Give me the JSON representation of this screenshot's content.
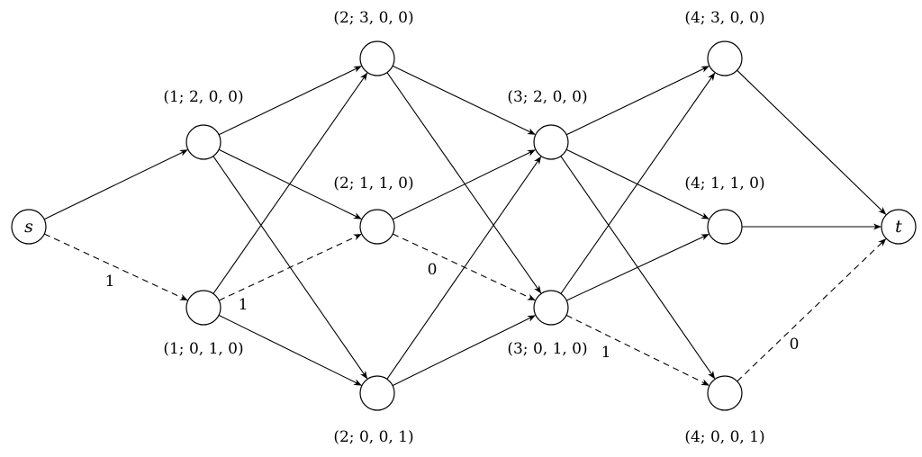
{
  "nodes": {
    "s": {
      "symbol": "s",
      "label": ""
    },
    "n1a": {
      "symbol": "",
      "label": "(1; 2, 0, 0)"
    },
    "n1b": {
      "symbol": "",
      "label": "(1; 0, 1, 0)"
    },
    "n2a": {
      "symbol": "",
      "label": "(2; 3, 0, 0)"
    },
    "n2b": {
      "symbol": "",
      "label": "(2; 1, 1, 0)"
    },
    "n2c": {
      "symbol": "",
      "label": "(2; 0, 0, 1)"
    },
    "n3a": {
      "symbol": "",
      "label": "(3; 2, 0, 0)"
    },
    "n3b": {
      "symbol": "",
      "label": "(3; 0, 1, 0)"
    },
    "n4a": {
      "symbol": "",
      "label": "(4; 3, 0, 0)"
    },
    "n4b": {
      "symbol": "",
      "label": "(4; 1, 1, 0)"
    },
    "n4c": {
      "symbol": "",
      "label": "(4; 0, 0, 1)"
    },
    "t": {
      "symbol": "t",
      "label": ""
    }
  },
  "edges": [
    {
      "from": "s",
      "to": "n1a",
      "style": "solid",
      "weight": ""
    },
    {
      "from": "s",
      "to": "n1b",
      "style": "dashed",
      "weight": "1"
    },
    {
      "from": "n1a",
      "to": "n2a",
      "style": "solid",
      "weight": ""
    },
    {
      "from": "n1a",
      "to": "n2b",
      "style": "solid",
      "weight": ""
    },
    {
      "from": "n1a",
      "to": "n2c",
      "style": "solid",
      "weight": ""
    },
    {
      "from": "n1b",
      "to": "n2a",
      "style": "solid",
      "weight": ""
    },
    {
      "from": "n1b",
      "to": "n2b",
      "style": "dashed",
      "weight": "1"
    },
    {
      "from": "n1b",
      "to": "n2c",
      "style": "solid",
      "weight": ""
    },
    {
      "from": "n2a",
      "to": "n3a",
      "style": "solid",
      "weight": ""
    },
    {
      "from": "n2a",
      "to": "n3b",
      "style": "solid",
      "weight": ""
    },
    {
      "from": "n2b",
      "to": "n3a",
      "style": "solid",
      "weight": ""
    },
    {
      "from": "n2b",
      "to": "n3b",
      "style": "dashed",
      "weight": "0"
    },
    {
      "from": "n2c",
      "to": "n3a",
      "style": "solid",
      "weight": ""
    },
    {
      "from": "n2c",
      "to": "n3b",
      "style": "solid",
      "weight": ""
    },
    {
      "from": "n3a",
      "to": "n4a",
      "style": "solid",
      "weight": ""
    },
    {
      "from": "n3a",
      "to": "n4b",
      "style": "solid",
      "weight": ""
    },
    {
      "from": "n3a",
      "to": "n4c",
      "style": "solid",
      "weight": ""
    },
    {
      "from": "n3b",
      "to": "n4a",
      "style": "solid",
      "weight": ""
    },
    {
      "from": "n3b",
      "to": "n4b",
      "style": "solid",
      "weight": ""
    },
    {
      "from": "n3b",
      "to": "n4c",
      "style": "dashed",
      "weight": "1"
    },
    {
      "from": "n4a",
      "to": "t",
      "style": "solid",
      "weight": ""
    },
    {
      "from": "n4b",
      "to": "t",
      "style": "solid",
      "weight": ""
    },
    {
      "from": "n4c",
      "to": "t",
      "style": "dashed",
      "weight": "0"
    }
  ]
}
